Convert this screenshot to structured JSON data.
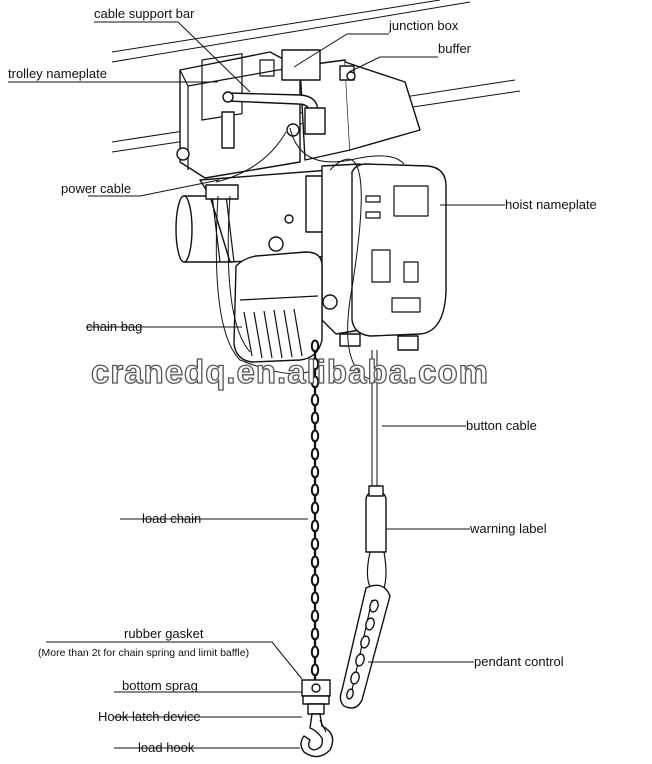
{
  "labels": {
    "cable_support_bar": "cable support bar",
    "junction_box": "junction box",
    "buffer": "buffer",
    "trolley_nameplate": "trolley nameplate",
    "power_cable": "power cable",
    "hoist_nameplate": "hoist nameplate",
    "chain_bag": "chain bag",
    "button_cable": "button cable",
    "load_chain": "load chain",
    "warning_label": "warning label",
    "rubber_gasket": "rubber gasket",
    "rubber_gasket_note": "(More than 2t for chain spring and limit baffle)",
    "pendant_control": "pendant control",
    "bottom_sprag": "bottom sprag",
    "hook_latch_device": "Hook latch device",
    "load_hook": "load hook"
  },
  "watermark": "cranedq.en.alibaba.com"
}
